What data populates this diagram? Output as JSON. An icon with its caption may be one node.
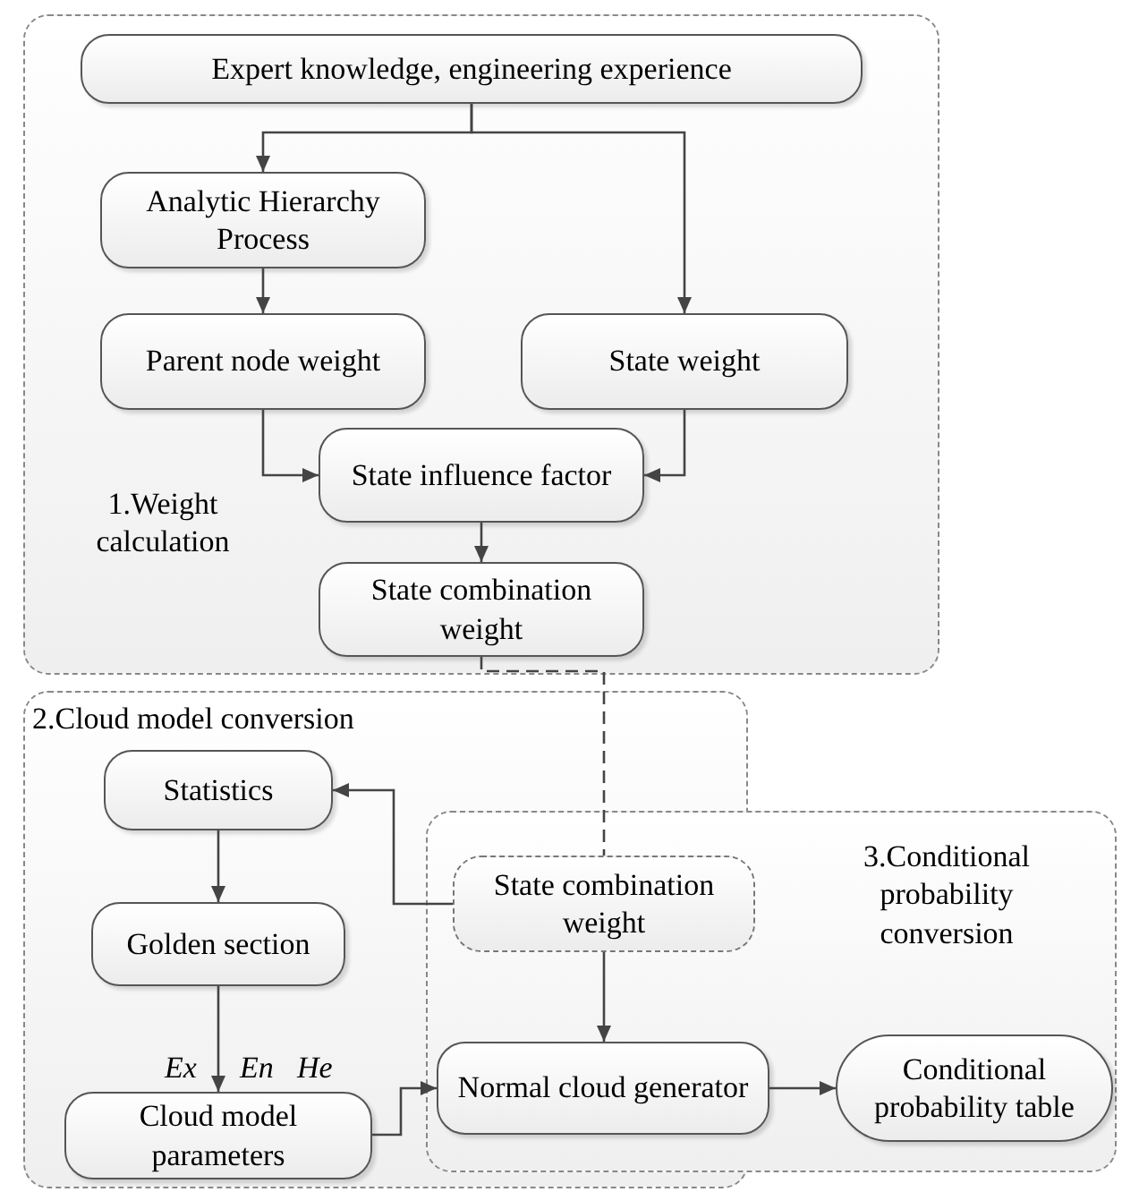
{
  "diagram": {
    "nodes": [
      {
        "text": [
          "1.Weight calculation"
        ]
      },
      {
        "text": [
          "Expert knowledge, engineering experience"
        ],
        "in": 0
      },
      {
        "text": [
          "Analytic Hierarchy Process"
        ],
        "in": 0
      },
      {
        "text": [
          "Parent node weight"
        ],
        "in": 0
      },
      {
        "text": [
          "State weight"
        ],
        "in": 0
      },
      {
        "text": [
          "State influence factor"
        ],
        "in": 0
      },
      {
        "text": [
          "State combination weight"
        ],
        "in": 0
      },
      {
        "text": [
          "2.Cloud model conversion"
        ]
      },
      {
        "text": [
          "Statistics"
        ],
        "in": 7
      },
      {
        "text": [
          "Golden section"
        ],
        "in": 7
      },
      {
        "text": [
          "Cloud model parameters"
        ],
        "in": 7
      },
      {
        "text": [
          "3.Conditional probability conversion"
        ]
      },
      {
        "text": [
          "State combination weight"
        ]
      },
      {
        "text": [
          "Normal cloud generator"
        ],
        "in": 11
      },
      {
        "text": [
          "Conditional probability table"
        ],
        "in": 11
      }
    ],
    "edges": [
      {
        "from": 1,
        "to": 2,
        "arrow": "to"
      },
      {
        "from": 1,
        "to": 4,
        "arrow": "to"
      },
      {
        "from": 2,
        "to": 3,
        "arrow": "to"
      },
      {
        "from": 3,
        "to": 5,
        "arrow": "to"
      },
      {
        "from": 4,
        "to": 5,
        "arrow": "to"
      },
      {
        "from": 5,
        "to": 6,
        "arrow": "to"
      },
      {
        "from": 6,
        "to": 12,
        "arrow": "none",
        "style": "dashed"
      },
      {
        "from": 12,
        "to": 8,
        "arrow": "to"
      },
      {
        "from": 8,
        "to": 9,
        "arrow": "to"
      },
      {
        "from": 9,
        "to": 10,
        "arrow": "to"
      },
      {
        "from": 10,
        "to": 13,
        "arrow": "to"
      },
      {
        "from": 12,
        "to": 13,
        "arrow": "to"
      },
      {
        "from": 13,
        "to": 14,
        "arrow": "to"
      }
    ],
    "labels": [
      "Ex",
      "En",
      "He"
    ]
  }
}
